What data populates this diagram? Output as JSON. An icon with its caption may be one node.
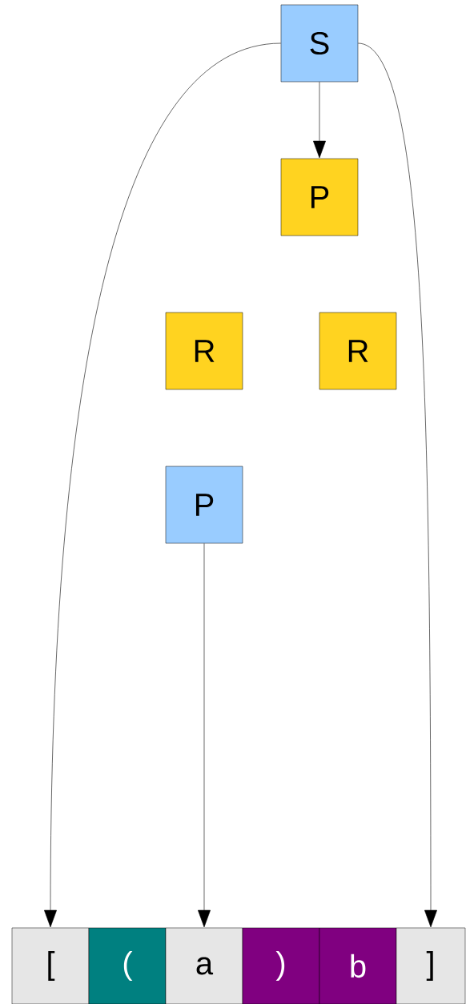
{
  "diagram": {
    "nodes": [
      {
        "text": [
          "S"
        ]
      },
      {
        "text": [
          "P"
        ]
      },
      {
        "text": [
          "R"
        ]
      },
      {
        "text": [
          "R"
        ]
      },
      {
        "text": [
          "P"
        ]
      },
      {
        "text": [
          "["
        ]
      },
      {
        "text": [
          "("
        ]
      },
      {
        "text": [
          "a"
        ]
      },
      {
        "text": [
          ")"
        ]
      },
      {
        "text": [
          "b"
        ]
      },
      {
        "text": [
          "]"
        ]
      }
    ],
    "edges": [
      {
        "from": 0,
        "to": 1,
        "arrow": "to"
      },
      {
        "from": 0,
        "to": 5,
        "arrow": "to"
      },
      {
        "from": 0,
        "to": 10,
        "arrow": "to"
      },
      {
        "from": 4,
        "to": 7,
        "arrow": "to"
      }
    ]
  }
}
